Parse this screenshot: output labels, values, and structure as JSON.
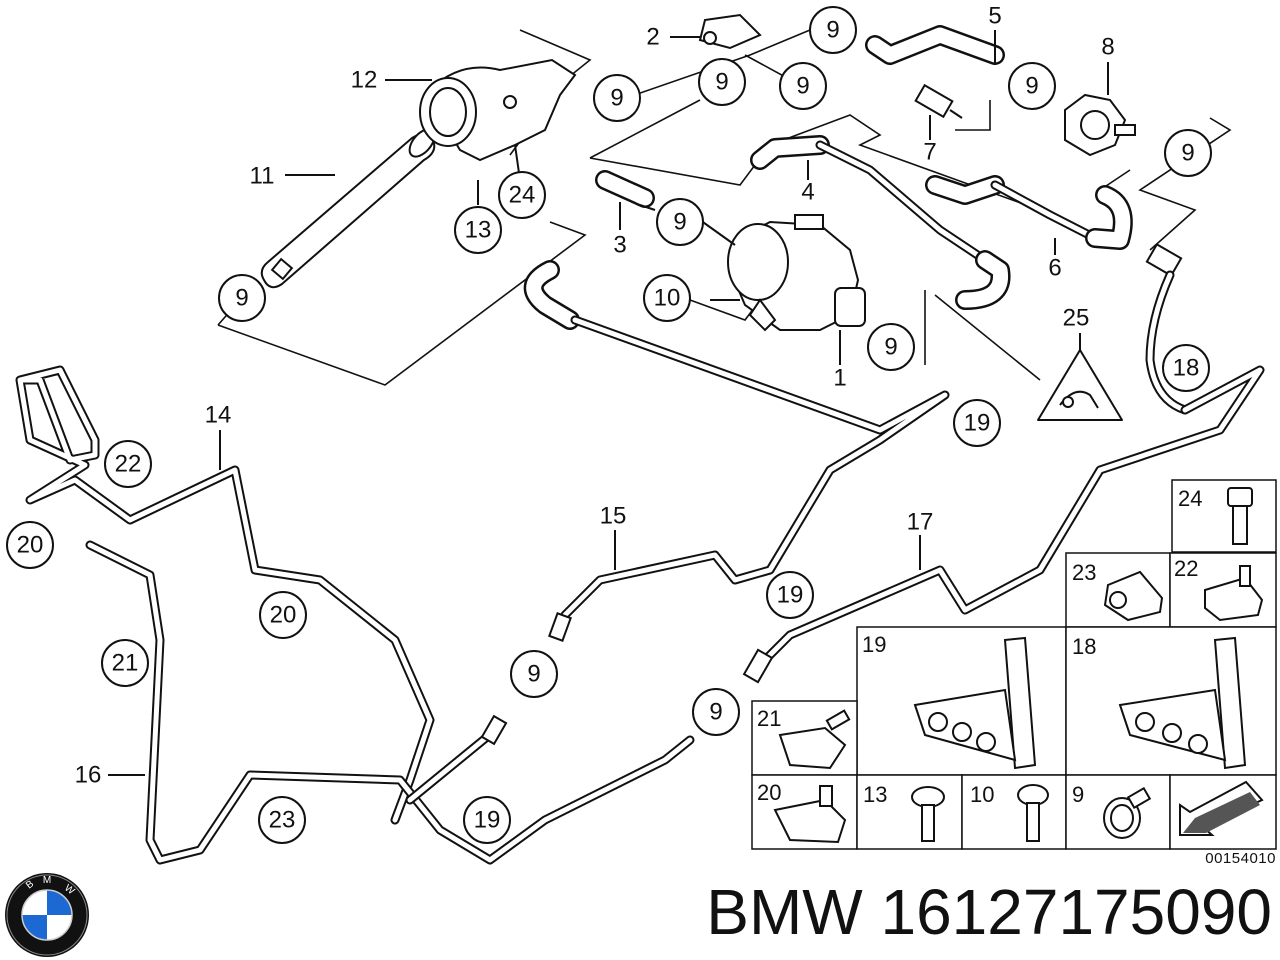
{
  "diagram": {
    "callouts": [
      {
        "id": "c-9a",
        "label": "9"
      },
      {
        "id": "c-9b",
        "label": "9"
      },
      {
        "id": "c-9c",
        "label": "9"
      },
      {
        "id": "c-9d",
        "label": "9"
      },
      {
        "id": "c-9e",
        "label": "9"
      },
      {
        "id": "c-9f",
        "label": "9"
      },
      {
        "id": "c-9g",
        "label": "9"
      },
      {
        "id": "c-9h",
        "label": "9"
      },
      {
        "id": "c-9i",
        "label": "9"
      },
      {
        "id": "c-9j",
        "label": "9"
      },
      {
        "id": "c-9k",
        "label": "9"
      },
      {
        "id": "c-10",
        "label": "10"
      },
      {
        "id": "c-13",
        "label": "13"
      },
      {
        "id": "c-24",
        "label": "24"
      },
      {
        "id": "c-18",
        "label": "18"
      },
      {
        "id": "c-19a",
        "label": "19"
      },
      {
        "id": "c-19b",
        "label": "19"
      },
      {
        "id": "c-19c",
        "label": "19"
      },
      {
        "id": "c-20a",
        "label": "20"
      },
      {
        "id": "c-20b",
        "label": "20"
      },
      {
        "id": "c-21",
        "label": "21"
      },
      {
        "id": "c-22",
        "label": "22"
      },
      {
        "id": "c-23",
        "label": "23"
      }
    ],
    "labels": [
      {
        "id": "l-1",
        "label": "1"
      },
      {
        "id": "l-2",
        "label": "2"
      },
      {
        "id": "l-3",
        "label": "3"
      },
      {
        "id": "l-4",
        "label": "4"
      },
      {
        "id": "l-5",
        "label": "5"
      },
      {
        "id": "l-6",
        "label": "6"
      },
      {
        "id": "l-7",
        "label": "7"
      },
      {
        "id": "l-8",
        "label": "8"
      },
      {
        "id": "l-11",
        "label": "11"
      },
      {
        "id": "l-12",
        "label": "12"
      },
      {
        "id": "l-14",
        "label": "14"
      },
      {
        "id": "l-15",
        "label": "15"
      },
      {
        "id": "l-16",
        "label": "16"
      },
      {
        "id": "l-17",
        "label": "17"
      },
      {
        "id": "l-25",
        "label": "25"
      }
    ],
    "inset_panels": [
      {
        "id": "p-24",
        "label": "24"
      },
      {
        "id": "p-23",
        "label": "23"
      },
      {
        "id": "p-22",
        "label": "22"
      },
      {
        "id": "p-19",
        "label": "19"
      },
      {
        "id": "p-18",
        "label": "18"
      },
      {
        "id": "p-21",
        "label": "21"
      },
      {
        "id": "p-20",
        "label": "20"
      },
      {
        "id": "p-13",
        "label": "13"
      },
      {
        "id": "p-10",
        "label": "10"
      },
      {
        "id": "p-9",
        "label": "9"
      }
    ]
  },
  "reference_code": "00154010",
  "part_title": "BMW 16127175090",
  "logo": {
    "letters": "BMW",
    "colors": {
      "blue": "#1c69d4",
      "black": "#111111",
      "white": "#ffffff"
    }
  }
}
